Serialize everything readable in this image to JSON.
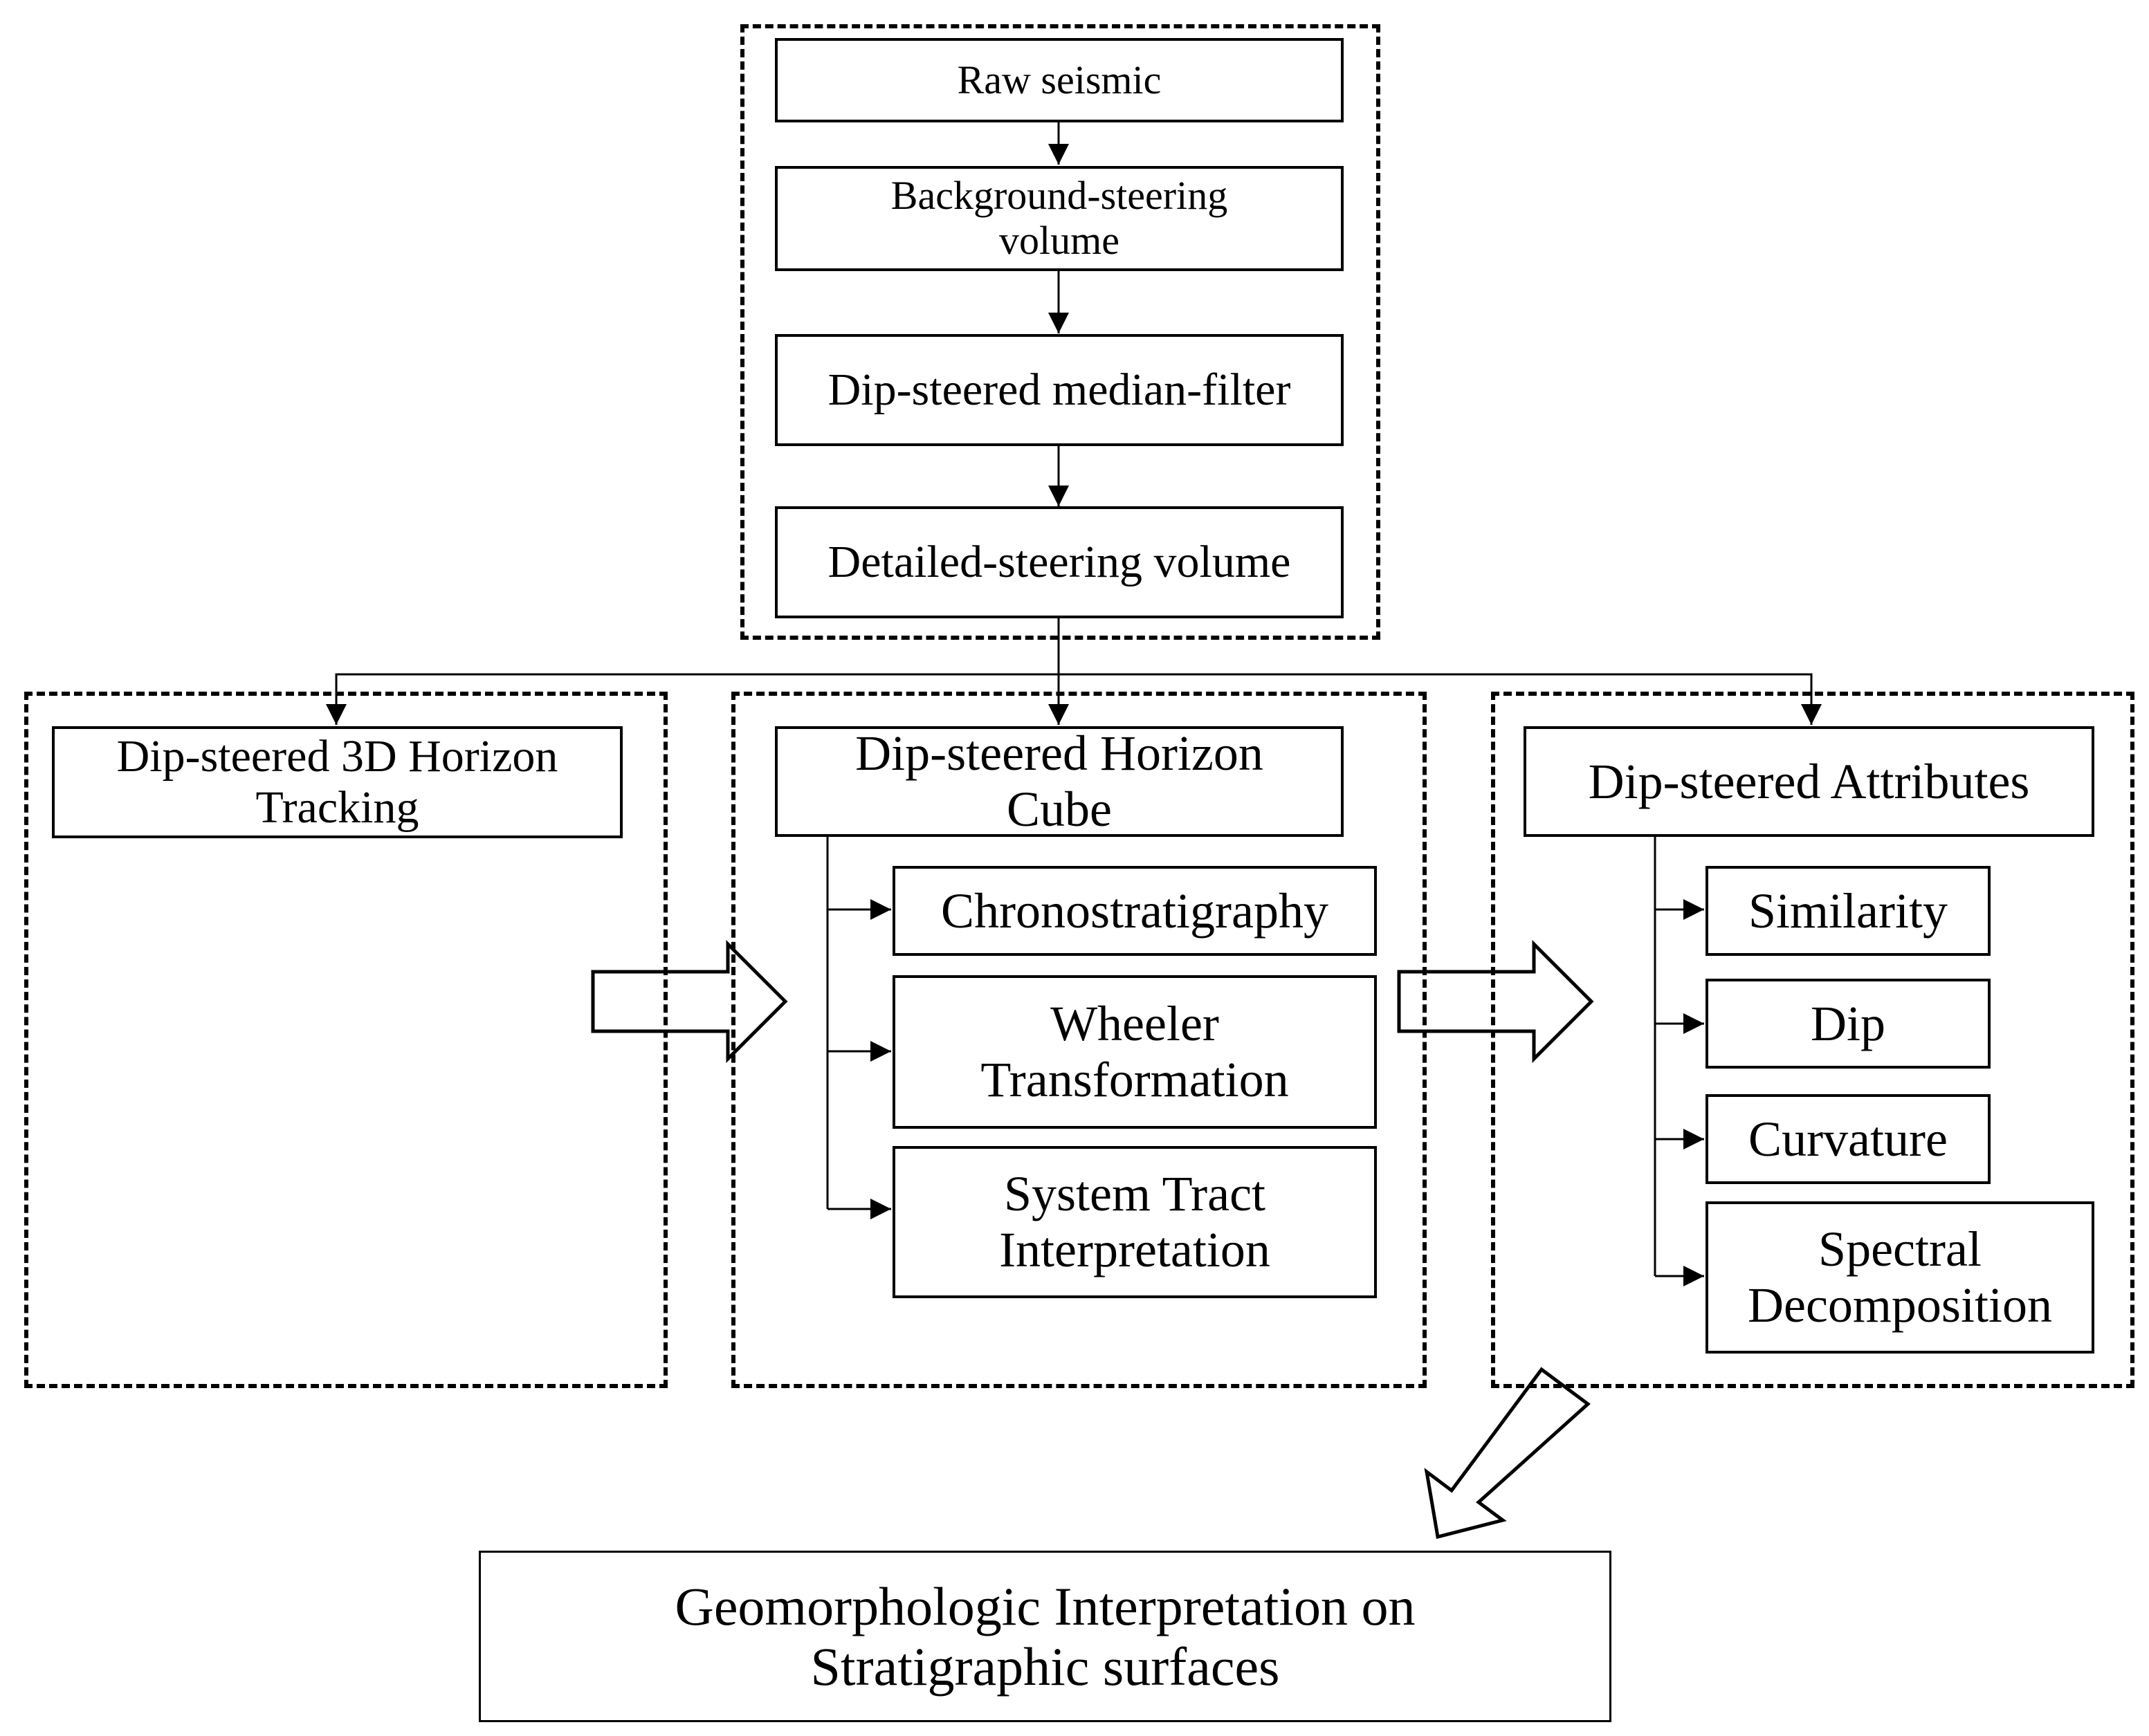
{
  "top_chain": {
    "raw_seismic": "Raw seismic",
    "background_steering": "Background-steering volume",
    "median_filter": "Dip-steered median-filter",
    "detailed_steering": "Detailed-steering volume"
  },
  "left_group": {
    "horizon_tracking": "Dip-steered 3D Horizon Tracking"
  },
  "middle_group": {
    "horizon_cube": "Dip-steered Horizon Cube",
    "items": [
      "Chronostratigraphy",
      "Wheeler Transformation",
      "System Tract Interpretation"
    ]
  },
  "right_group": {
    "attributes": "Dip-steered Attributes",
    "items": [
      "Similarity",
      "Dip",
      "Curvature",
      "Spectral Decomposition"
    ]
  },
  "output": {
    "geomorphologic": "Geomorphologic Interpretation on Stratigraphic surfaces"
  }
}
